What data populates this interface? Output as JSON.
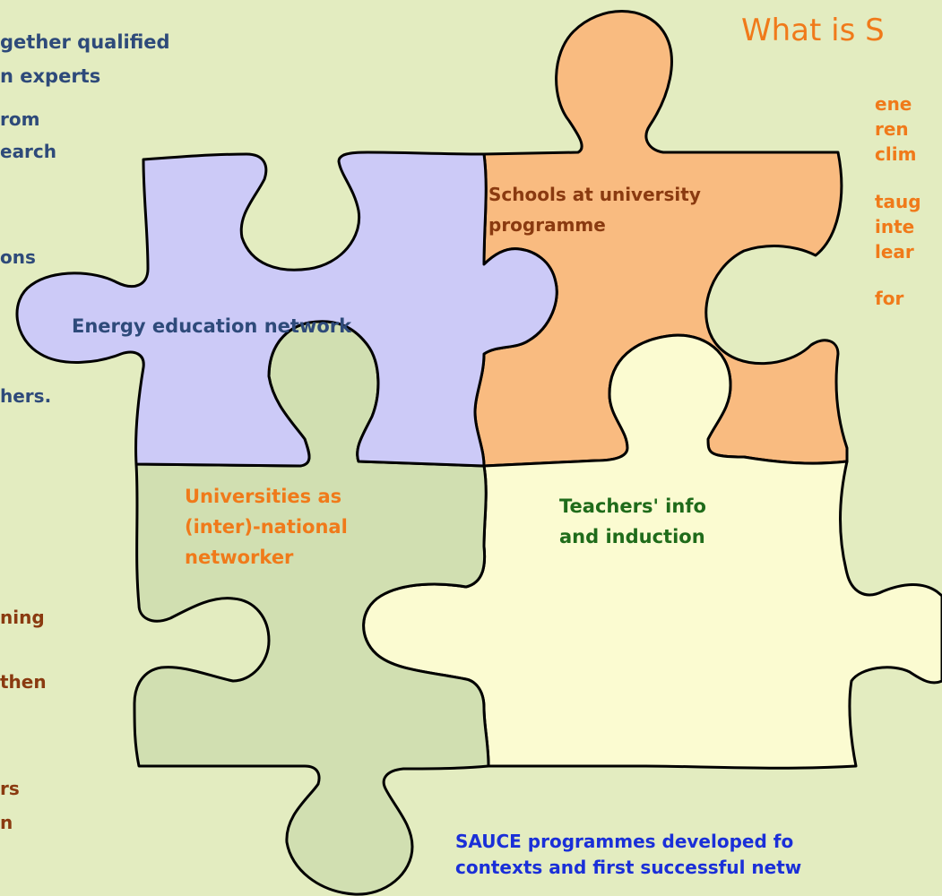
{
  "title": "What is S",
  "left_text": {
    "l1": "gether qualified",
    "l2": "n experts",
    "l3": "rom",
    "l4": "earch",
    "l5": "ons",
    "l6": "hers.",
    "l7": "ning",
    "l8": "then",
    "l9": "rs",
    "l10": "n"
  },
  "right_text": {
    "r1": "ene",
    "r2": "ren",
    "r3": "clim",
    "r4": "taug",
    "r5": "inte",
    "r6": "lear",
    "r7": "for"
  },
  "pieces": {
    "blue": "Energy education network",
    "orange_line1": "Schools at university",
    "orange_line2": "programme",
    "green_line1": "Universities as",
    "green_line2": "(inter)-national",
    "green_line3": "networker",
    "yellow_line1": "Teachers' info",
    "yellow_line2": "and  induction"
  },
  "bottom": {
    "line1": "SAUCE programmes developed fo",
    "line2": "contexts and first successful netw"
  },
  "colors": {
    "background": "#e3ecc0",
    "piece_blue": "#cccaf7",
    "piece_orange": "#f9bb80",
    "piece_green": "#d1dfb1",
    "piece_yellow": "#fbfbd1"
  }
}
